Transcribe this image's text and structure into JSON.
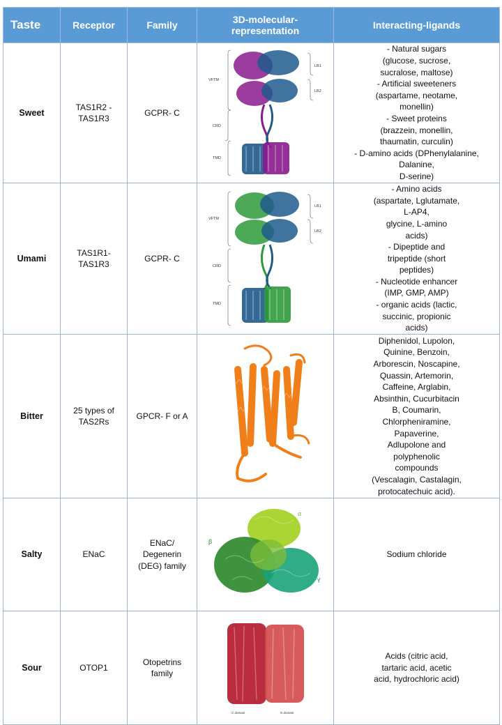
{
  "headers": [
    "Taste",
    "Receptor",
    "Family",
    "3D-molecular-representation",
    "Interacting-ligands"
  ],
  "header_lines": {
    "representation": [
      "3D-molecular-",
      "representation"
    ]
  },
  "rows": [
    {
      "taste": "Sweet",
      "receptor": [
        "TAS1R2 -",
        "TAS1R3"
      ],
      "family": [
        "GCPR- C"
      ],
      "structure_labels": [
        "VFTM",
        "LB1",
        "LB2",
        "CRD",
        "TMD"
      ],
      "ligands": [
        "- Natural sugars",
        "(glucose, sucrose,",
        "sucralose, maltose)",
        "- Artificial sweeteners",
        "(aspartame, neotame,",
        "monellin)",
        "- Sweet proteins",
        "(brazzein, monellin,",
        "thaumatin, curculin)",
        "- D-amino acids (DPhenylalanine,",
        "Dalanine,",
        "D-serine)"
      ]
    },
    {
      "taste": "Umami",
      "receptor": [
        "TAS1R1-",
        "TAS1R3"
      ],
      "family": [
        "GCPR- C"
      ],
      "structure_labels": [
        "VFTM",
        "LB1",
        "LB2",
        "CRD",
        "TMD"
      ],
      "ligands": [
        "- Amino acids",
        "(aspartate, Lglutamate,",
        "L-AP4,",
        "glycine, L-amino",
        "acids)",
        "- Dipeptide and",
        "tripeptide (short",
        "peptides)",
        "- Nucleotide enhancer",
        "(IMP, GMP, AMP)",
        "- organic acids (lactic,",
        "succinic, propionic",
        "acids)"
      ]
    },
    {
      "taste": "Bitter",
      "receptor": [
        "25 types of",
        "TAS2Rs"
      ],
      "family": [
        "GPCR- F or A"
      ],
      "structure_labels": [],
      "ligands": [
        "Diphenidol, Lupolon,",
        "Quinine, Benzoin,",
        "Arborescin, Noscapine,",
        "Quassin, Artemorin,",
        "Caffeine, Arglabin,",
        "Absinthin, Cucurbitacin",
        "B, Coumarin,",
        "Chlorpheniramine,",
        "Papaverine,",
        "Adlupolone and",
        "polyphenolic",
        "compounds",
        "(Vescalagin, Castalagin,",
        "protocatechuic acid)."
      ]
    },
    {
      "taste": "Salty",
      "receptor": [
        "ENaC"
      ],
      "family": [
        "ENaC/",
        "Degenerin",
        "(DEG) family"
      ],
      "structure_labels": [
        "α",
        "β",
        "γ"
      ],
      "ligands": [
        "Sodium chloride"
      ]
    },
    {
      "taste": "Sour",
      "receptor": [
        "OTOP1"
      ],
      "family": [
        "Otopetrins",
        "family"
      ],
      "structure_labels": [
        "C domain",
        "N domain"
      ],
      "ligands": [
        "Acids (citric acid,",
        "tartaric acid, acetic",
        "acid, hydrochloric acid)"
      ]
    }
  ],
  "colors": {
    "header_bg": "#5b9bd5",
    "sweet_a": "#8a1a8e",
    "sweet_b": "#1f5a8c",
    "umami_a": "#2e9a3a",
    "umami_b": "#1f5a8c",
    "bitter": "#f07f1a",
    "salty_a": "#2f8a2f",
    "salty_b": "#a6d32a",
    "salty_c": "#1aa37a",
    "sour_a": "#b31b2f",
    "sour_b": "#d24a4a"
  }
}
